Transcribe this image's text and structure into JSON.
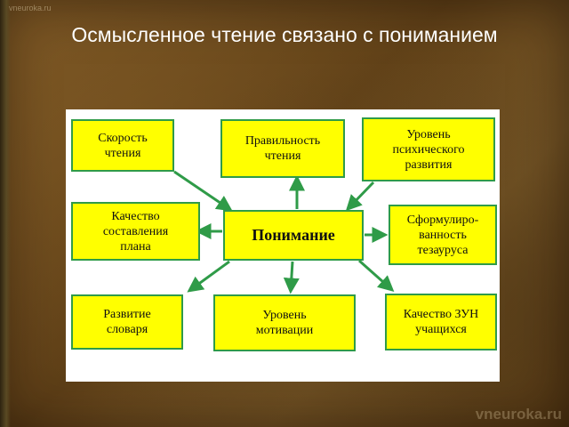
{
  "watermark_top": "vneuroka.ru",
  "watermark_bottom": "vneuroka.ru",
  "title": "Осмысленное чтение связано с пониманием",
  "diagram": {
    "center": "Понимание",
    "boxes": {
      "speed": "Скорость\nчтения",
      "correctness": "Правильность\nчтения",
      "mental_level": "Уровень\nпсихического\nразвития",
      "plan_quality": "Качество\nсоставления\nплана",
      "thesaurus": "Сформулиро-\nванность\nтезауруса",
      "vocabulary": "Развитие\nсловаря",
      "motivation": "Уровень\nмотивации",
      "zun_quality": "Качество ЗУН\nучащихся"
    },
    "colors": {
      "box_fill": "#ffff00",
      "border": "#2f9b48",
      "arrow": "#2f9b48"
    }
  }
}
